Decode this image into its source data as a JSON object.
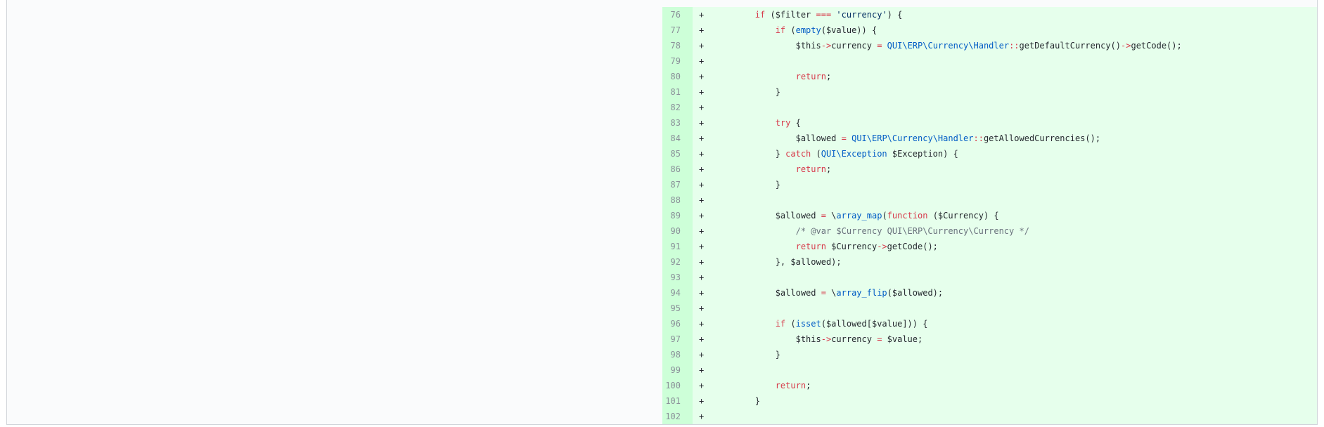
{
  "diff": {
    "lines": [
      {
        "num": "76",
        "marker": "+",
        "tokens": [
          {
            "t": "        "
          },
          {
            "t": "if",
            "c": "k"
          },
          {
            "t": " ($filter "
          },
          {
            "t": "===",
            "c": "k"
          },
          {
            "t": " "
          },
          {
            "t": "'currency'",
            "c": "s"
          },
          {
            "t": ") {"
          }
        ]
      },
      {
        "num": "77",
        "marker": "+",
        "tokens": [
          {
            "t": "            "
          },
          {
            "t": "if",
            "c": "k"
          },
          {
            "t": " ("
          },
          {
            "t": "empty",
            "c": "f"
          },
          {
            "t": "($value)) {"
          }
        ]
      },
      {
        "num": "78",
        "marker": "+",
        "tokens": [
          {
            "t": "                $this"
          },
          {
            "t": "->",
            "c": "k"
          },
          {
            "t": "currency "
          },
          {
            "t": "=",
            "c": "k"
          },
          {
            "t": " "
          },
          {
            "t": "QUI\\ERP\\Currency\\Handler",
            "c": "f"
          },
          {
            "t": "::",
            "c": "k"
          },
          {
            "t": "getDefaultCurrency()"
          },
          {
            "t": "->",
            "c": "k"
          },
          {
            "t": "getCode();"
          }
        ]
      },
      {
        "num": "79",
        "marker": "+",
        "tokens": []
      },
      {
        "num": "80",
        "marker": "+",
        "tokens": [
          {
            "t": "                "
          },
          {
            "t": "return",
            "c": "k"
          },
          {
            "t": ";"
          }
        ]
      },
      {
        "num": "81",
        "marker": "+",
        "tokens": [
          {
            "t": "            }"
          }
        ]
      },
      {
        "num": "82",
        "marker": "+",
        "tokens": []
      },
      {
        "num": "83",
        "marker": "+",
        "tokens": [
          {
            "t": "            "
          },
          {
            "t": "try",
            "c": "k"
          },
          {
            "t": " {"
          }
        ]
      },
      {
        "num": "84",
        "marker": "+",
        "tokens": [
          {
            "t": "                $allowed "
          },
          {
            "t": "=",
            "c": "k"
          },
          {
            "t": " "
          },
          {
            "t": "QUI\\ERP\\Currency\\Handler",
            "c": "f"
          },
          {
            "t": "::",
            "c": "k"
          },
          {
            "t": "getAllowedCurrencies();"
          }
        ]
      },
      {
        "num": "85",
        "marker": "+",
        "tokens": [
          {
            "t": "            } "
          },
          {
            "t": "catch",
            "c": "k"
          },
          {
            "t": " ("
          },
          {
            "t": "QUI\\Exception",
            "c": "f"
          },
          {
            "t": " $Exception) {"
          }
        ]
      },
      {
        "num": "86",
        "marker": "+",
        "tokens": [
          {
            "t": "                "
          },
          {
            "t": "return",
            "c": "k"
          },
          {
            "t": ";"
          }
        ]
      },
      {
        "num": "87",
        "marker": "+",
        "tokens": [
          {
            "t": "            }"
          }
        ]
      },
      {
        "num": "88",
        "marker": "+",
        "tokens": []
      },
      {
        "num": "89",
        "marker": "+",
        "tokens": [
          {
            "t": "            $allowed "
          },
          {
            "t": "=",
            "c": "k"
          },
          {
            "t": " \\"
          },
          {
            "t": "array_map",
            "c": "f"
          },
          {
            "t": "("
          },
          {
            "t": "function",
            "c": "k"
          },
          {
            "t": " ($Currency) {"
          }
        ]
      },
      {
        "num": "90",
        "marker": "+",
        "tokens": [
          {
            "t": "                "
          },
          {
            "t": "/* @var $Currency QUI\\ERP\\Currency\\Currency */",
            "c": "c"
          }
        ]
      },
      {
        "num": "91",
        "marker": "+",
        "tokens": [
          {
            "t": "                "
          },
          {
            "t": "return",
            "c": "k"
          },
          {
            "t": " $Currency"
          },
          {
            "t": "->",
            "c": "k"
          },
          {
            "t": "getCode();"
          }
        ]
      },
      {
        "num": "92",
        "marker": "+",
        "tokens": [
          {
            "t": "            }, $allowed);"
          }
        ]
      },
      {
        "num": "93",
        "marker": "+",
        "tokens": []
      },
      {
        "num": "94",
        "marker": "+",
        "tokens": [
          {
            "t": "            $allowed "
          },
          {
            "t": "=",
            "c": "k"
          },
          {
            "t": " \\"
          },
          {
            "t": "array_flip",
            "c": "f"
          },
          {
            "t": "($allowed);"
          }
        ]
      },
      {
        "num": "95",
        "marker": "+",
        "tokens": []
      },
      {
        "num": "96",
        "marker": "+",
        "tokens": [
          {
            "t": "            "
          },
          {
            "t": "if",
            "c": "k"
          },
          {
            "t": " ("
          },
          {
            "t": "isset",
            "c": "f"
          },
          {
            "t": "($allowed[$value])) {"
          }
        ]
      },
      {
        "num": "97",
        "marker": "+",
        "tokens": [
          {
            "t": "                $this"
          },
          {
            "t": "->",
            "c": "k"
          },
          {
            "t": "currency "
          },
          {
            "t": "=",
            "c": "k"
          },
          {
            "t": " $value;"
          }
        ]
      },
      {
        "num": "98",
        "marker": "+",
        "tokens": [
          {
            "t": "            }"
          }
        ]
      },
      {
        "num": "99",
        "marker": "+",
        "tokens": []
      },
      {
        "num": "100",
        "marker": "+",
        "tokens": [
          {
            "t": "            "
          },
          {
            "t": "return",
            "c": "k"
          },
          {
            "t": ";"
          }
        ]
      },
      {
        "num": "101",
        "marker": "+",
        "tokens": [
          {
            "t": "        }"
          }
        ]
      },
      {
        "num": "102",
        "marker": "+",
        "tokens": []
      }
    ]
  },
  "colors": {
    "added_line_bg": "#e6ffec",
    "added_num_bg": "#cdffd8",
    "keyword": "#d73a49",
    "function": "#005cc5",
    "string": "#032f62",
    "comment": "#6a737d"
  }
}
